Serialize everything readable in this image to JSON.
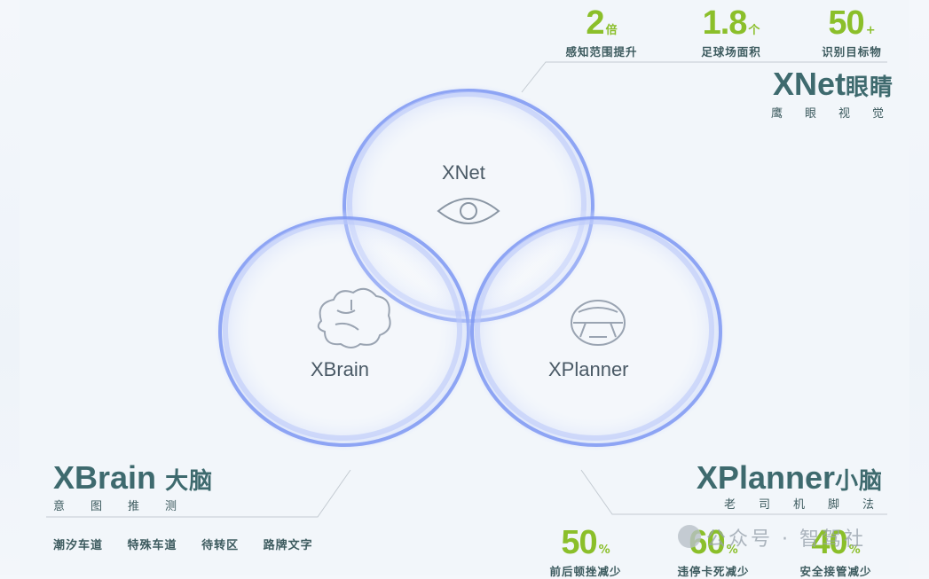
{
  "top_stats": [
    {
      "num": "2",
      "unit": "倍",
      "label": "感知范围提升"
    },
    {
      "num": "1.8",
      "unit": "个",
      "label": "足球场面积"
    },
    {
      "num": "50",
      "unit": "+",
      "label": "识别目标物"
    }
  ],
  "xnet": {
    "title": "XNet",
    "title_cn": "眼睛",
    "subtitle": "鹰眼视觉",
    "circle_label": "XNet"
  },
  "xbrain": {
    "title": "XBrain",
    "title_cn": "大脑",
    "subtitle": "意图推测",
    "circle_label": "XBrain",
    "tags": [
      "潮汐车道",
      "特殊车道",
      "待转区",
      "路牌文字"
    ]
  },
  "xplanner": {
    "title": "XPlanner",
    "title_cn": "小脑",
    "subtitle": "老司机脚法",
    "circle_label": "XPlanner"
  },
  "bottom_stats": [
    {
      "num": "50",
      "unit": "%",
      "label": "前后顿挫减少"
    },
    {
      "num": "60",
      "unit": "%",
      "label": "违停卡死减少"
    },
    {
      "num": "40",
      "unit": "%",
      "label": "安全接管减少"
    }
  ],
  "watermark": "公众号 · 智驾社",
  "colors": {
    "accent": "#8bbf2a",
    "ring": "#6f8ff0",
    "text": "#3e6a6e"
  }
}
